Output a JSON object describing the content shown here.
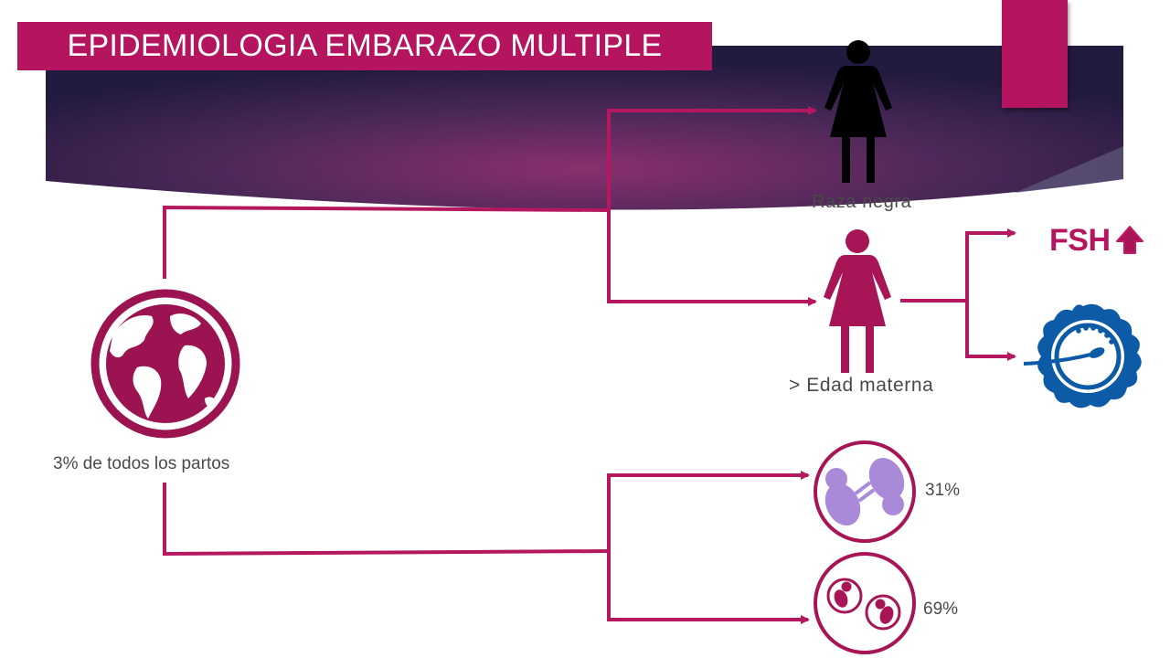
{
  "slide": {
    "title": "EPIDEMIOLOGIA EMBARAZO MULTIPLE"
  },
  "diagram": {
    "root": {
      "label": "3% de todos los partos",
      "icon": "globe-icon"
    },
    "branches": [
      {
        "label": "Raza negra",
        "icon": "woman-icon"
      },
      {
        "label": "> Edad materna",
        "icon": "woman-icon"
      }
    ],
    "edad_materna_factors": [
      {
        "label": "FSH",
        "icon": "arrow-up-icon"
      },
      {
        "icon": "ovary-egg-icon"
      }
    ],
    "twin_types": [
      {
        "value": "31%",
        "icon": "twins-shared-sac-icon"
      },
      {
        "value": "69%",
        "icon": "twins-separate-sacs-icon"
      }
    ]
  },
  "colors": {
    "accent": "#b5155f",
    "connector": "#b5185f",
    "black_figure": "#000000",
    "globe": "#9c1351",
    "fsh_arrow": "#a81556",
    "ovary_blue": "#0d5aa7",
    "twins_purple": "#a98ad8",
    "banner_dark": "#2a1d45"
  }
}
